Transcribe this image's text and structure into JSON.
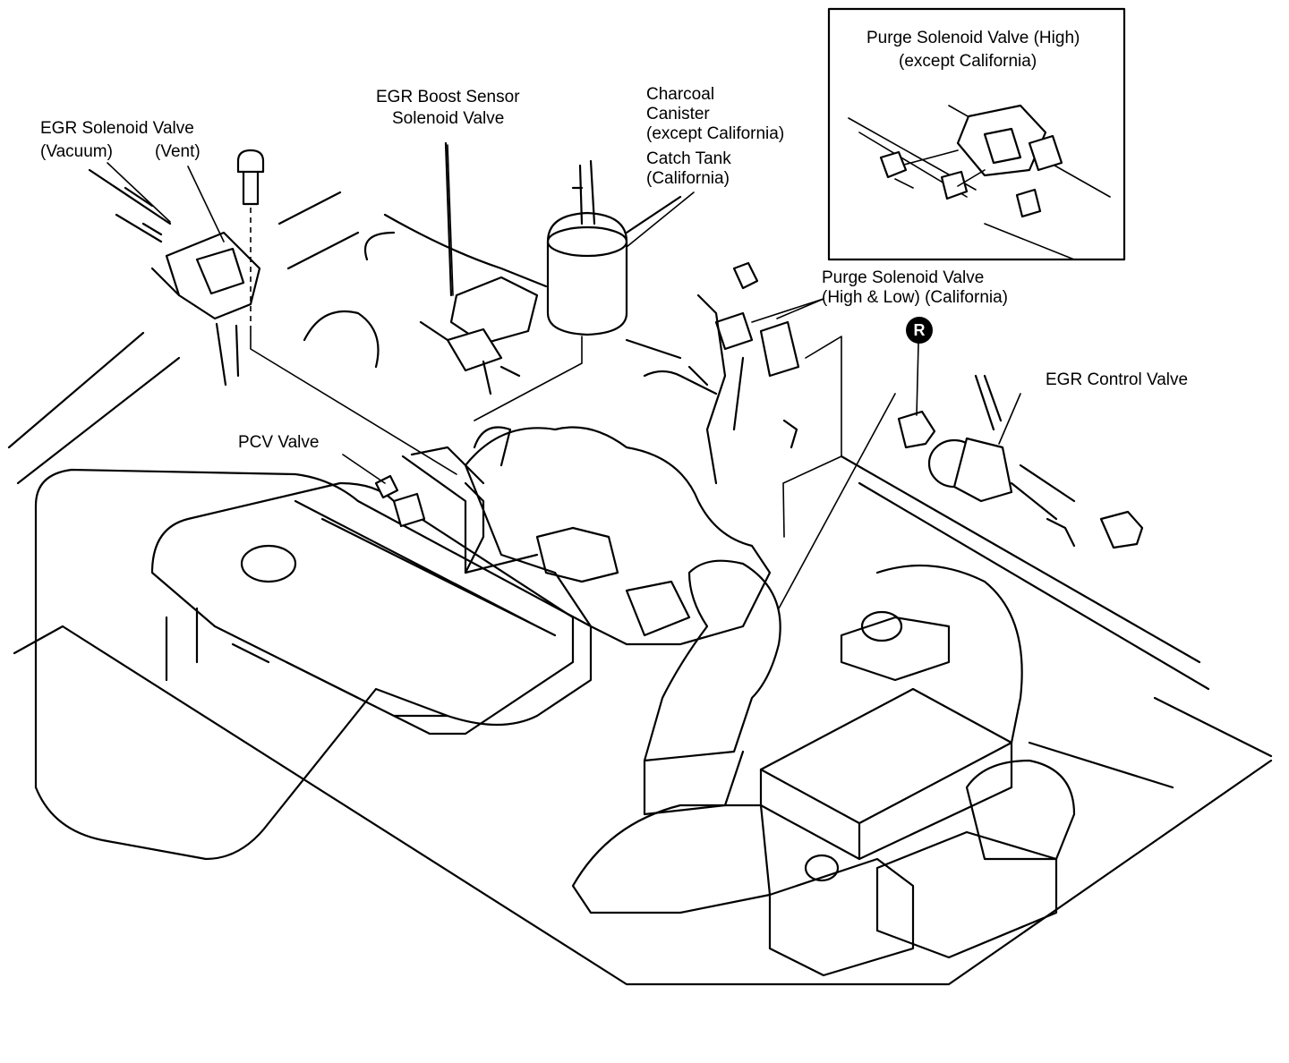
{
  "labels": {
    "egr_solenoid_valve": "EGR Solenoid Valve",
    "vacuum": "(Vacuum)",
    "vent": "(Vent)",
    "egr_boost_line1": "EGR Boost Sensor",
    "egr_boost_line2": "Solenoid Valve",
    "charcoal_line1": "Charcoal",
    "charcoal_line2": "Canister",
    "charcoal_line3": "(except California)",
    "catch_tank_line1": "Catch Tank",
    "catch_tank_line2": "(California)",
    "inset_line1": "Purge Solenoid Valve (High)",
    "inset_line2": "(except California)",
    "purge_hl_line1": "Purge Solenoid Valve",
    "purge_hl_line2": "(High & Low) (California)",
    "egr_control_valve": "EGR Control Valve",
    "pcv_valve": "PCV Valve",
    "r_marker": "R"
  }
}
